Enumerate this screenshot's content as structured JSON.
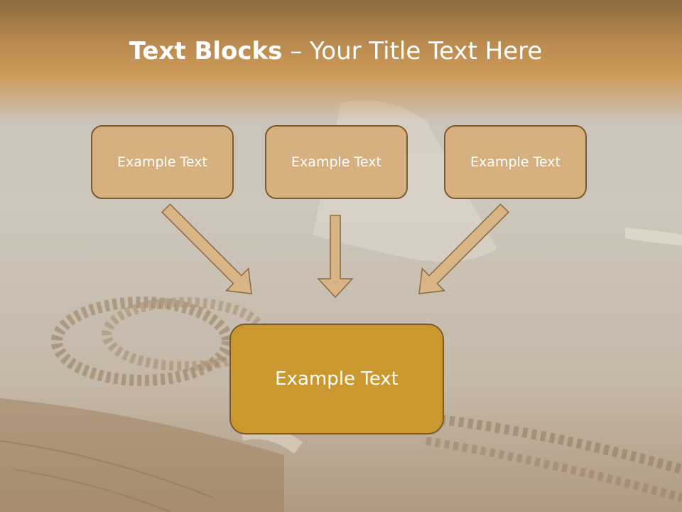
{
  "title": {
    "bold": "Text Blocks",
    "separator": " – ",
    "rest": "Your Title Text Here"
  },
  "blocks": {
    "top": [
      {
        "label": "Example Text"
      },
      {
        "label": "Example Text"
      },
      {
        "label": "Example Text"
      }
    ],
    "bottom": {
      "label": "Example Text"
    }
  },
  "colors": {
    "title_band": "#b98a4e",
    "small_box_fill": "#d7b07f",
    "big_box_fill": "#cb982f",
    "box_border": "#7a5a2e",
    "arrow_fill": "#d9b486",
    "arrow_stroke": "#8a6a40",
    "text": "#ffffff"
  },
  "background": {
    "image": "rope-and-cowboy-hat-on-wood"
  }
}
